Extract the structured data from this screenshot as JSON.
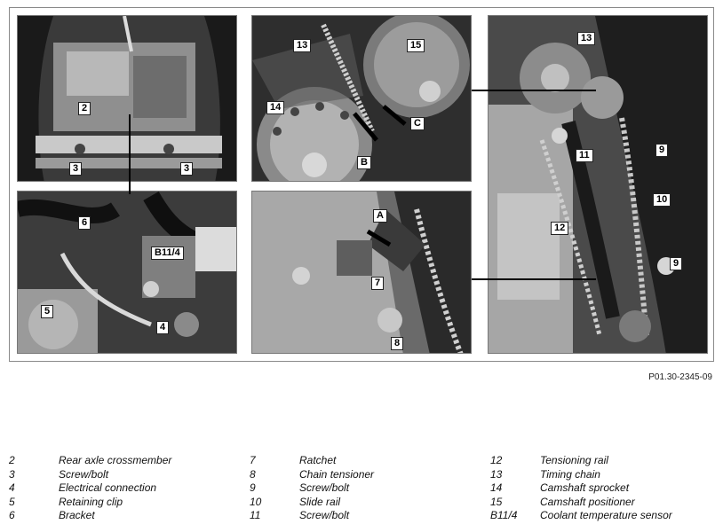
{
  "figure_id": "P01.30-2345-09",
  "callouts": {
    "p1": [
      "2",
      "3",
      "3"
    ],
    "p2": [
      "13",
      "14",
      "15",
      "B",
      "C"
    ],
    "p3": [
      "13",
      "11",
      "9",
      "10",
      "12",
      "9"
    ],
    "p4": [
      "6",
      "B11/4",
      "5",
      "4"
    ],
    "p5": [
      "A",
      "7",
      "8"
    ]
  },
  "legend": [
    {
      "num": "2",
      "text": "Rear axle crossmember"
    },
    {
      "num": "3",
      "text": "Screw/bolt"
    },
    {
      "num": "4",
      "text": "Electrical connection"
    },
    {
      "num": "5",
      "text": "Retaining clip"
    },
    {
      "num": "6",
      "text": "Bracket"
    },
    {
      "num": "7",
      "text": "Ratchet"
    },
    {
      "num": "8",
      "text": "Chain tensioner"
    },
    {
      "num": "9",
      "text": "Screw/bolt"
    },
    {
      "num": "10",
      "text": "Slide rail"
    },
    {
      "num": "11",
      "text": "Screw/bolt"
    },
    {
      "num": "12",
      "text": "Tensioning rail"
    },
    {
      "num": "13",
      "text": "Timing chain"
    },
    {
      "num": "14",
      "text": "Camshaft sprocket"
    },
    {
      "num": "15",
      "text": "Camshaft positioner"
    },
    {
      "num": "B11/4",
      "text": "Coolant temperature sensor"
    }
  ]
}
